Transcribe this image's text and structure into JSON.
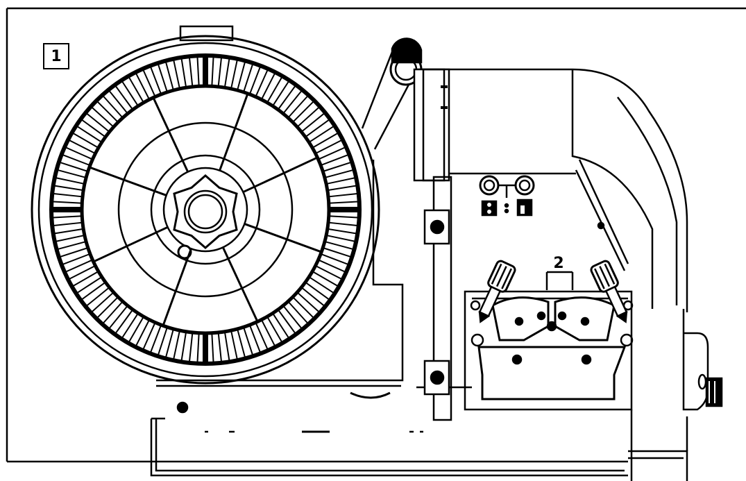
{
  "figure": {
    "callouts": [
      {
        "id": "1",
        "label": "1"
      },
      {
        "id": "2",
        "label": "2"
      }
    ],
    "colors": {
      "line": "#000000",
      "background": "#ffffff"
    },
    "icons": [
      "wire-spool-icon",
      "gas-valve-icon",
      "cold-inch-icon",
      "gas-purge-icon",
      "pressure-knob-icon"
    ]
  }
}
